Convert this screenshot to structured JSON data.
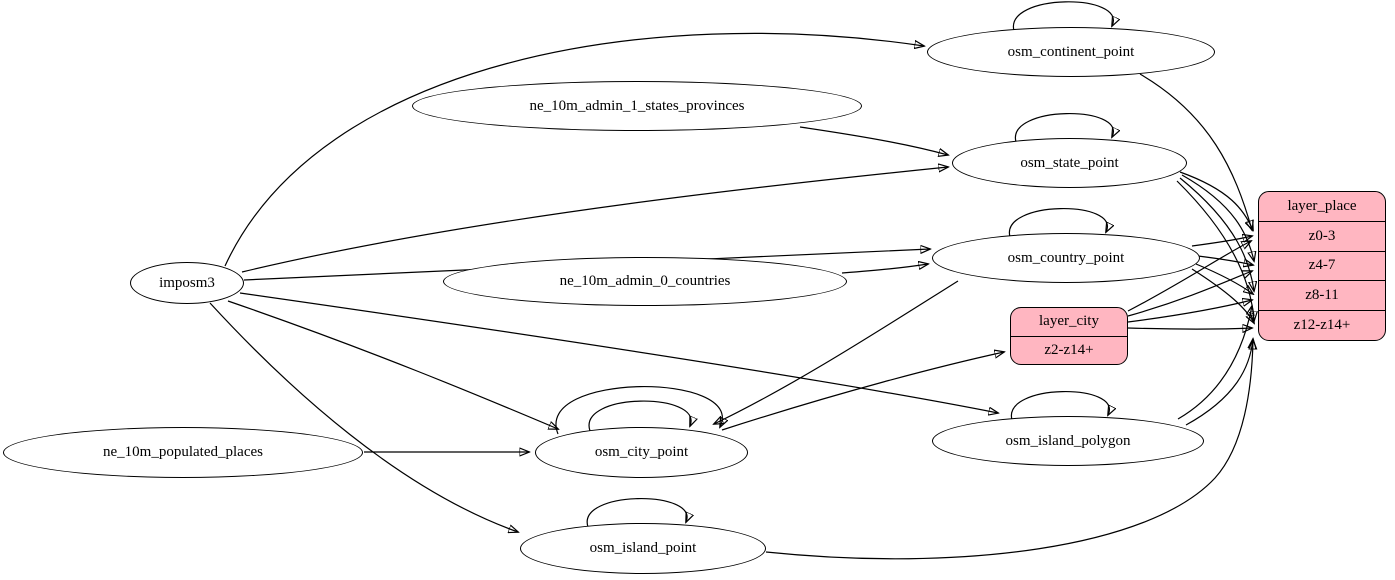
{
  "diagram": {
    "type": "etl-graph",
    "colors": {
      "background": "#ffffff",
      "node_fill": "#ffffff",
      "node_stroke": "#000000",
      "edge": "#000000",
      "record_fill": "#ffb6c1"
    },
    "nodes": {
      "imposm3": {
        "label": "imposm3"
      },
      "ne_10m_admin_1_states_provinces": {
        "label": "ne_10m_admin_1_states_provinces"
      },
      "ne_10m_admin_0_countries": {
        "label": "ne_10m_admin_0_countries"
      },
      "ne_10m_populated_places": {
        "label": "ne_10m_populated_places"
      },
      "osm_continent_point": {
        "label": "osm_continent_point"
      },
      "osm_state_point": {
        "label": "osm_state_point"
      },
      "osm_country_point": {
        "label": "osm_country_point"
      },
      "osm_city_point": {
        "label": "osm_city_point"
      },
      "osm_island_polygon": {
        "label": "osm_island_polygon"
      },
      "osm_island_point": {
        "label": "osm_island_point"
      }
    },
    "records": {
      "layer_city": {
        "title": "layer_city",
        "rows": [
          "z2-z14+"
        ]
      },
      "layer_place": {
        "title": "layer_place",
        "rows": [
          "z0-3",
          "z4-7",
          "z8-11",
          "z12-z14+"
        ]
      }
    },
    "edges": [
      {
        "from": "imposm3",
        "to": "osm_continent_point"
      },
      {
        "from": "imposm3",
        "to": "osm_state_point"
      },
      {
        "from": "imposm3",
        "to": "osm_country_point"
      },
      {
        "from": "imposm3",
        "to": "osm_city_point"
      },
      {
        "from": "imposm3",
        "to": "osm_island_polygon"
      },
      {
        "from": "imposm3",
        "to": "osm_island_point"
      },
      {
        "from": "ne_10m_admin_1_states_provinces",
        "to": "osm_state_point"
      },
      {
        "from": "ne_10m_admin_0_countries",
        "to": "osm_country_point"
      },
      {
        "from": "ne_10m_populated_places",
        "to": "osm_city_point"
      },
      {
        "from": "osm_continent_point",
        "to": "osm_continent_point"
      },
      {
        "from": "osm_state_point",
        "to": "osm_state_point"
      },
      {
        "from": "osm_country_point",
        "to": "osm_country_point"
      },
      {
        "from": "osm_city_point",
        "to": "osm_city_point"
      },
      {
        "from": "osm_city_point",
        "to": "osm_city_point"
      },
      {
        "from": "osm_island_polygon",
        "to": "osm_island_polygon"
      },
      {
        "from": "osm_island_point",
        "to": "osm_island_point"
      },
      {
        "from": "osm_country_point",
        "to": "osm_city_point"
      },
      {
        "from": "osm_city_point",
        "to": "layer_city:z2-z14+"
      },
      {
        "from": "osm_continent_point",
        "to": "layer_place:z0-3"
      },
      {
        "from": "osm_state_point",
        "to": "layer_place:z0-3"
      },
      {
        "from": "osm_state_point",
        "to": "layer_place:z4-7"
      },
      {
        "from": "osm_state_point",
        "to": "layer_place:z8-11"
      },
      {
        "from": "osm_state_point",
        "to": "layer_place:z12-z14+"
      },
      {
        "from": "osm_country_point",
        "to": "layer_place:z0-3"
      },
      {
        "from": "osm_country_point",
        "to": "layer_place:z4-7"
      },
      {
        "from": "osm_country_point",
        "to": "layer_place:z8-11"
      },
      {
        "from": "osm_country_point",
        "to": "layer_place:z12-z14+"
      },
      {
        "from": "layer_city",
        "to": "layer_place:z0-3"
      },
      {
        "from": "layer_city",
        "to": "layer_place:z4-7"
      },
      {
        "from": "layer_city",
        "to": "layer_place:z8-11"
      },
      {
        "from": "layer_city",
        "to": "layer_place:z12-z14+"
      },
      {
        "from": "osm_island_polygon",
        "to": "layer_place:z8-11"
      },
      {
        "from": "osm_island_polygon",
        "to": "layer_place:z12-z14+"
      },
      {
        "from": "osm_island_point",
        "to": "layer_place:z12-z14+"
      }
    ]
  }
}
